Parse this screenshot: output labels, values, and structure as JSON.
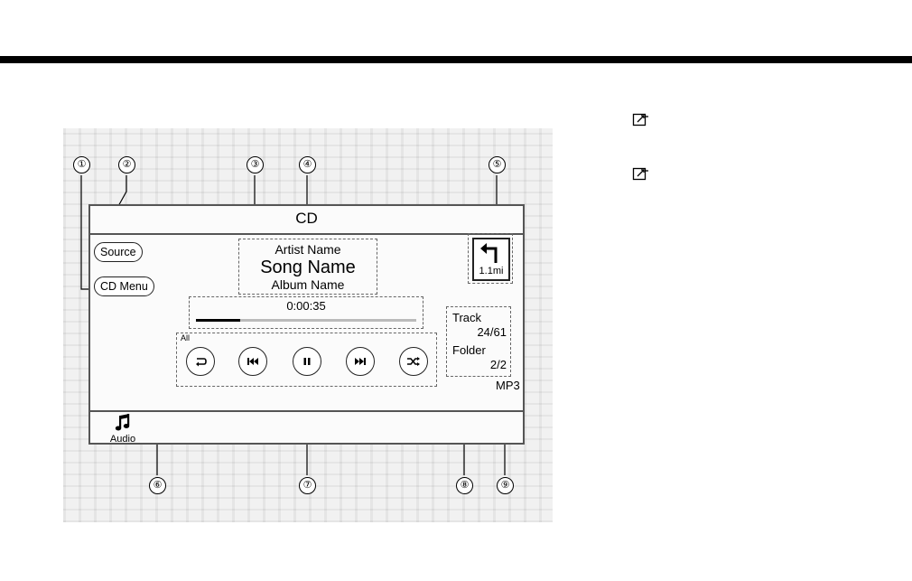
{
  "screen": {
    "title": "CD",
    "source_button": "Source",
    "cd_menu_button": "CD Menu",
    "artist_name": "Artist Name",
    "song_name": "Song Name",
    "album_name": "Album Name",
    "elapsed_time": "0:00:35",
    "progress_fraction": 0.2,
    "repeat_mode": "All",
    "navigation": {
      "distance": "1.1mi",
      "icon": "turn-left-arrow-icon"
    },
    "track_label": "Track",
    "track_value": "24/61",
    "folder_label": "Folder",
    "folder_value": "2/2",
    "format": "MP3",
    "audio_tab_label": "Audio",
    "controls": [
      {
        "name": "repeat-button",
        "icon": "repeat-icon"
      },
      {
        "name": "previous-track-button",
        "icon": "skip-back-icon"
      },
      {
        "name": "pause-button",
        "icon": "pause-icon"
      },
      {
        "name": "next-track-button",
        "icon": "skip-forward-icon"
      },
      {
        "name": "shuffle-button",
        "icon": "shuffle-icon"
      }
    ]
  },
  "callouts": [
    "①",
    "②",
    "③",
    "④",
    "⑤",
    "⑥",
    "⑦",
    "⑧",
    "⑨"
  ],
  "reference_icons": [
    "reference-page-icon",
    "reference-page-icon"
  ],
  "colors": {
    "ink": "#000000",
    "frame": "#555555",
    "figure_background": "#f1f1f1"
  }
}
